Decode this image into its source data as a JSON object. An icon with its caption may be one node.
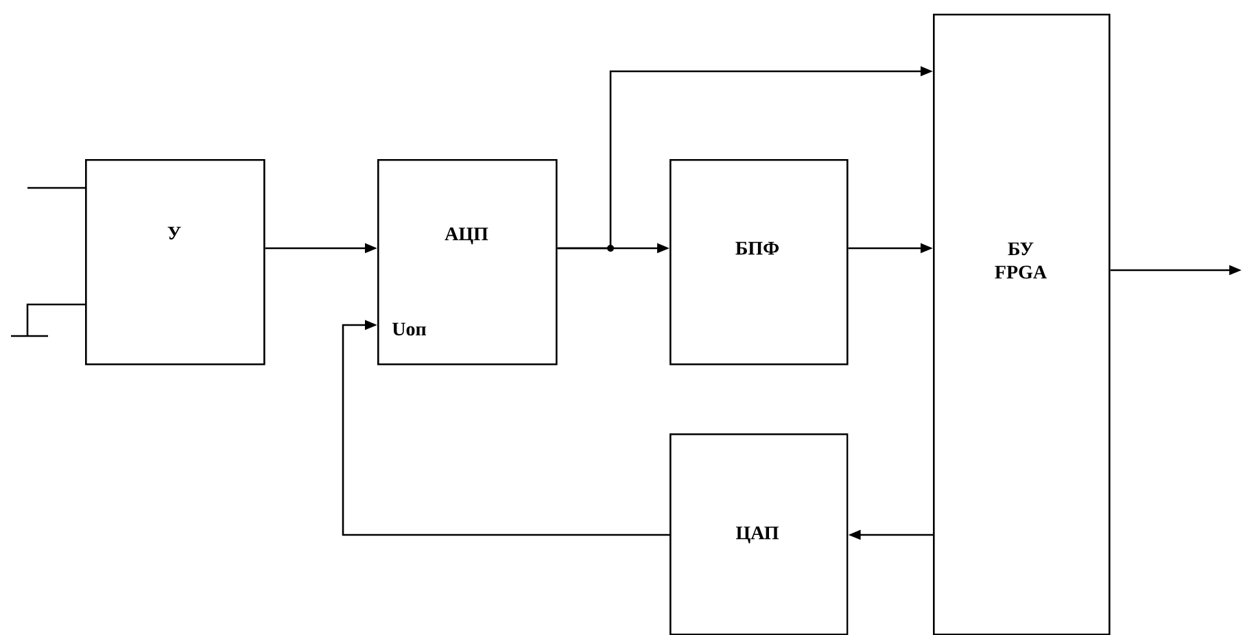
{
  "diagram": {
    "nodes": [
      {
        "text": [
          "У"
        ]
      },
      {
        "text": [
          "АЦП",
          "Uоп"
        ]
      },
      {
        "text": [
          "БПФ"
        ]
      },
      {
        "text": [
          "БУ FPGA"
        ]
      },
      {
        "text": [
          "ЦАП"
        ]
      }
    ],
    "edges": [
      {
        "from": null,
        "to": 0,
        "arrow": "none"
      },
      {
        "from": 0,
        "to": 1,
        "arrow": "to"
      },
      {
        "from": 1,
        "to": 2,
        "arrow": "to"
      },
      {
        "from": 1,
        "to": 3,
        "arrow": "to"
      },
      {
        "from": 2,
        "to": 3,
        "arrow": "to"
      },
      {
        "from": 3,
        "to": 4,
        "arrow": "to"
      },
      {
        "from": 4,
        "to": 1,
        "arrow": "to"
      },
      {
        "from": 3,
        "to": null,
        "arrow": "to"
      }
    ]
  }
}
